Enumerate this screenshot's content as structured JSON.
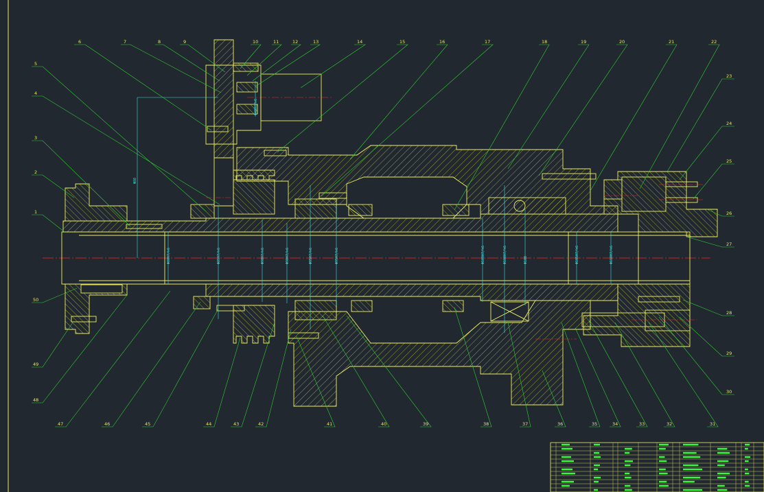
{
  "drawing": {
    "colors": {
      "background": "#212830",
      "outline": "#f0f060",
      "hatch": "#c8c840",
      "leader": "#30d030",
      "dimension": "#40e0e0",
      "centerline": "#ff2020",
      "title_block": "#30ff30"
    },
    "top_labels": [
      "6",
      "7",
      "8",
      "9",
      "10",
      "11",
      "12",
      "13",
      "14",
      "15",
      "16",
      "17",
      "18",
      "19",
      "20",
      "21",
      "22"
    ],
    "left_labels": [
      "5",
      "4",
      "3",
      "2",
      "1",
      "50",
      "49",
      "48"
    ],
    "right_labels": [
      "23",
      "24",
      "25",
      "26",
      "27",
      "28",
      "29",
      "30"
    ],
    "bottom_labels": [
      "47",
      "46",
      "45",
      "44",
      "43",
      "42",
      "41",
      "40",
      "39",
      "38",
      "37",
      "36",
      "35",
      "34",
      "33",
      "32",
      "31"
    ]
  }
}
